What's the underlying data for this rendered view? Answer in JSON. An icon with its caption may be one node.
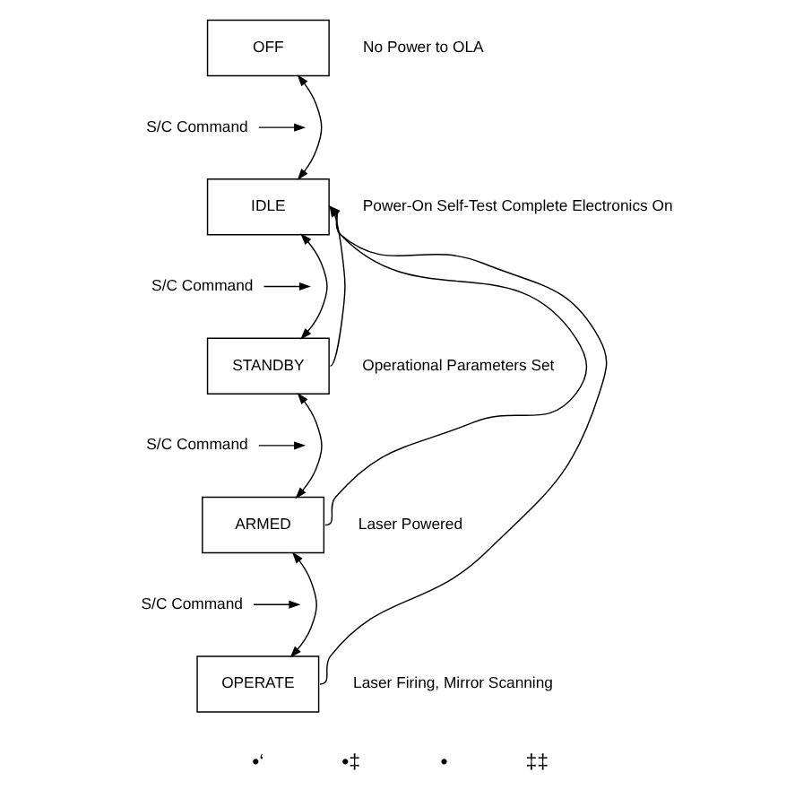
{
  "diagram": {
    "nodes": [
      {
        "text": [
          "OFF"
        ],
        "beside": [
          "No Power to OLA"
        ]
      },
      {
        "text": [
          "S/C Command"
        ]
      },
      {
        "text": [
          "IDLE"
        ],
        "beside": [
          "Power-On Self-Test Complete Electronics On"
        ]
      },
      {
        "text": [
          "S/C Command"
        ]
      },
      {
        "text": [
          "STANDBY"
        ],
        "beside": [
          "Operational Parameters Set"
        ]
      },
      {
        "text": [
          "S/C Command"
        ]
      },
      {
        "text": [
          "ARMED"
        ],
        "beside": [
          "Laser Powered"
        ]
      },
      {
        "text": [
          "S/C Command"
        ]
      },
      {
        "text": [
          "OPERATE"
        ],
        "beside": [
          "Laser Firing, Mirror Scanning"
        ]
      }
    ],
    "edges": [
      {
        "from": 0,
        "to": 2,
        "arrow": "both"
      },
      {
        "from": 1,
        "to": null,
        "arrow": "to"
      },
      {
        "from": 2,
        "to": 4,
        "arrow": "both"
      },
      {
        "from": 3,
        "to": null,
        "arrow": "to"
      },
      {
        "from": 4,
        "to": 6,
        "arrow": "both"
      },
      {
        "from": 5,
        "to": null,
        "arrow": "to"
      },
      {
        "from": 6,
        "to": 8,
        "arrow": "both"
      },
      {
        "from": 7,
        "to": null,
        "arrow": "to"
      },
      {
        "from": 4,
        "to": 2,
        "arrow": "to"
      },
      {
        "from": 6,
        "to": 2,
        "arrow": "to"
      },
      {
        "from": 8,
        "to": 2,
        "arrow": "to"
      }
    ],
    "labels": [
      "•‘",
      "•‡",
      "•",
      "‡‡"
    ]
  }
}
